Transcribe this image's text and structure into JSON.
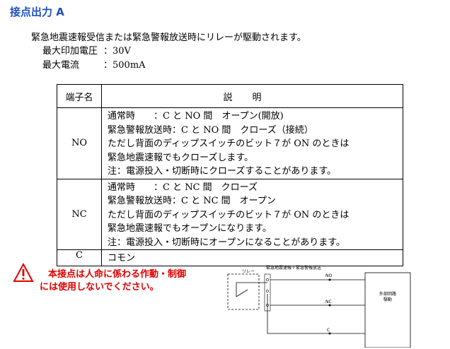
{
  "heading": "接点出力 A",
  "intro": "緊急地震速報受信または緊急警報放送時にリレーが駆動されます。",
  "specs": [
    {
      "label": "最大印加電圧",
      "value": "：30V"
    },
    {
      "label": "最大電流",
      "value": "：500mA"
    }
  ],
  "table": {
    "headers": [
      "端子名",
      "説明"
    ],
    "rows": [
      {
        "term": "NO",
        "lines": [
          "通常時　　：C と NO 間　オープン(開放)",
          "緊急警報放送時：C と NO 間　クローズ（接続）",
          "ただし背面のディップスイッチのビット７が ON のときは",
          "緊急地震速報でもクローズします。",
          "注：電源投入・切断時にクローズすることがあります。"
        ]
      },
      {
        "term": "NC",
        "lines": [
          "通常時　　：C と NC 間　クローズ",
          "緊急警報放送時：C と NC 間　オープン",
          "ただし背面のディップスイッチのビット７が ON のときは",
          "緊急地震速報でもオープンになります。",
          "注：電源投入・切断時にオープンになることがあります。"
        ]
      },
      {
        "term": "C",
        "lines": [
          "コモン"
        ]
      }
    ]
  },
  "warning": {
    "line1": "本接点は人命に係わる作動・制御",
    "line2": "には使用しないでください。",
    "color": "#e00000"
  },
  "diagram": {
    "relay_label": "リレー",
    "top_label": "緊急地震速報＋緊急警報放送",
    "no_label": "NO",
    "nc_label": "NC",
    "c_label": "C",
    "circuit_label_1": "外部回路",
    "circuit_label_2": "駆動"
  },
  "colors": {
    "heading": "#1f4fbf",
    "warning": "#e00000"
  }
}
